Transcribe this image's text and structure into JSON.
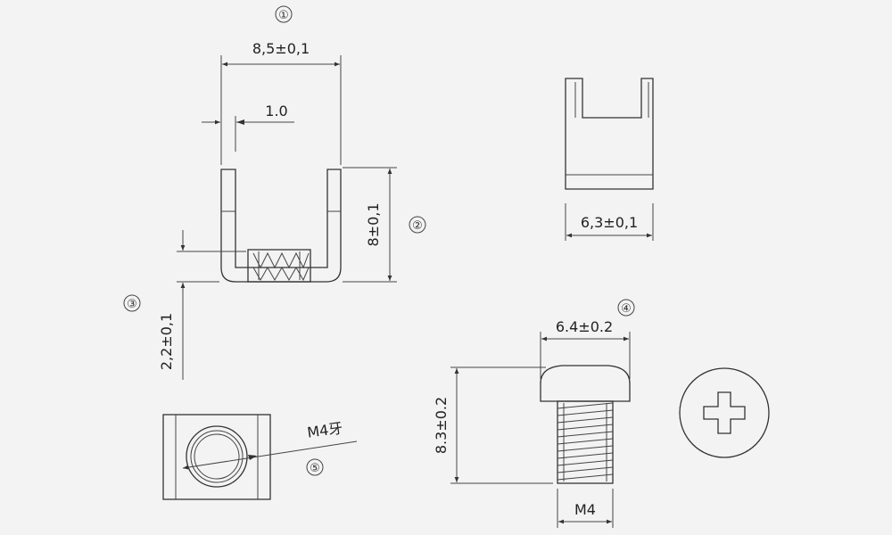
{
  "callouts": {
    "c1": "①",
    "c2": "②",
    "c3": "③",
    "c4": "④",
    "c5": "⑤"
  },
  "dimensions": {
    "overall_width": "8,5±0,1",
    "wall_thickness": "1.0",
    "height": "8±0,1",
    "base_height": "2,2±0,1",
    "side_width": "6,3±0,1",
    "screw_head_width": "6.4±0.2",
    "screw_length": "8.3±0.2",
    "screw_thread": "M4",
    "nut_thread": "M4牙"
  }
}
